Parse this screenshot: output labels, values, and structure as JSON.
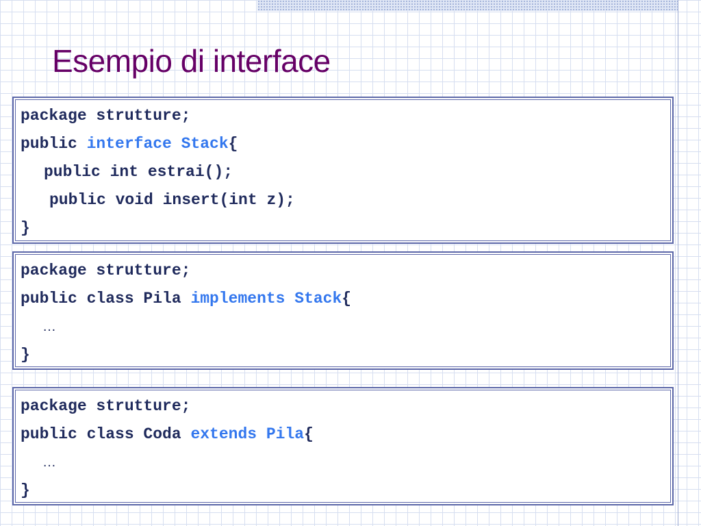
{
  "slide": {
    "title": "Esempio di interface"
  },
  "code_blocks": [
    {
      "lines": [
        {
          "text": "package strutture;"
        },
        {
          "pre": "public ",
          "kw": "interface Stack",
          "post": "{"
        },
        {
          "text": "public int estrai();"
        },
        {
          "text": "public void insert(int z);"
        },
        {
          "text": "}"
        }
      ]
    },
    {
      "lines": [
        {
          "text": "package strutture;"
        },
        {
          "pre": "public class Pila ",
          "kw": "implements Stack",
          "post": "{"
        },
        {
          "text": "…"
        },
        {
          "text": "}"
        }
      ]
    },
    {
      "lines": [
        {
          "text": "package strutture;"
        },
        {
          "pre": "public class Coda ",
          "kw": "extends Pila",
          "post": "{"
        },
        {
          "text": "…"
        },
        {
          "text": "}"
        }
      ]
    }
  ],
  "colors": {
    "title": "#660066",
    "code": "#1f2a5c",
    "keyword": "#3377ee",
    "box_border": "#5b66a8"
  }
}
